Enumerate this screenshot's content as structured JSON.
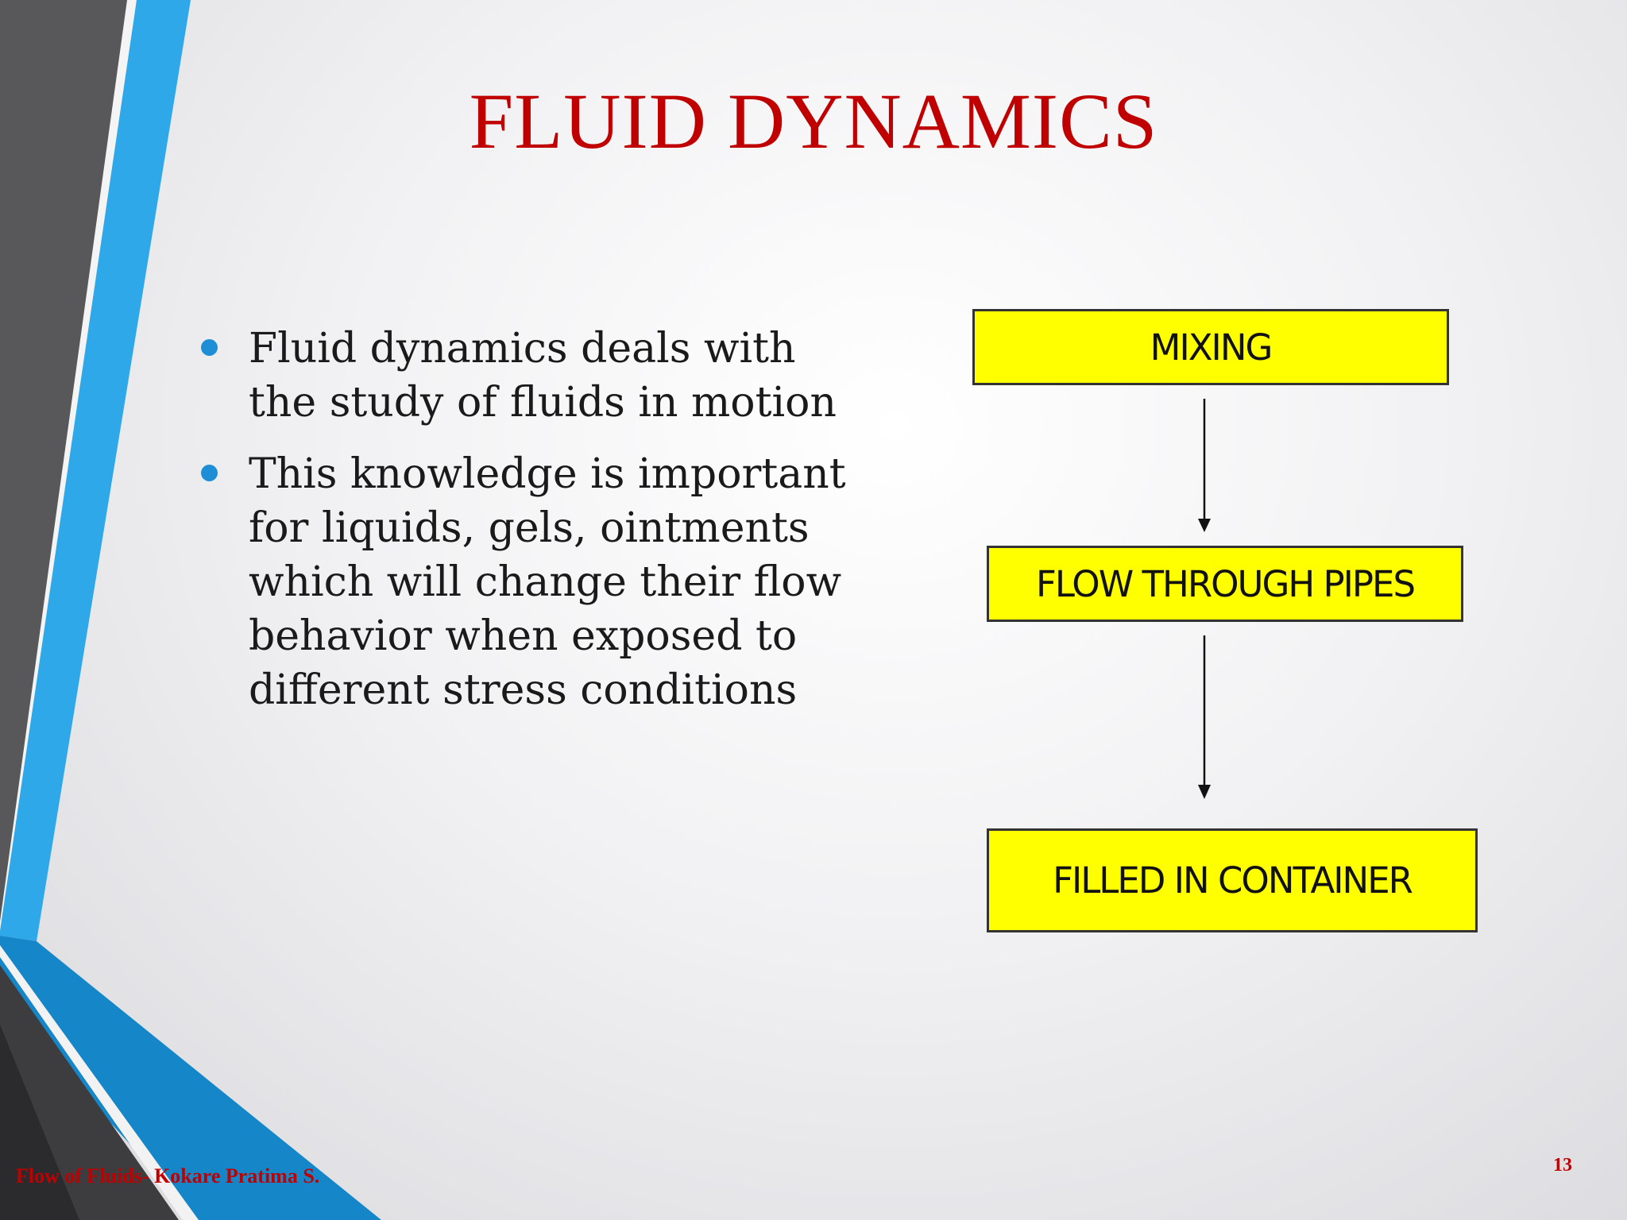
{
  "slide": {
    "title": "FLUID DYNAMICS",
    "bullets": [
      {
        "text": "Fluid dynamics deals with the study of fluids in motion"
      },
      {
        "text": "This knowledge is important for liquids, gels, ointments which will change their flow behavior when exposed to different stress conditions"
      }
    ],
    "flowchart": {
      "steps": [
        {
          "label": "MIXING"
        },
        {
          "label": "FLOW THROUGH PIPES"
        },
        {
          "label": "FILLED IN CONTAINER"
        }
      ],
      "box_color": "#ffff00"
    },
    "footer": "Flow of Fluids- Kokare Pratima S.",
    "page_number": "13"
  },
  "colors": {
    "title": "#c00000",
    "bullet": "#1e8fd6",
    "accent_blue": "#2ea8e8",
    "accent_dark": "#4a4a4d"
  }
}
